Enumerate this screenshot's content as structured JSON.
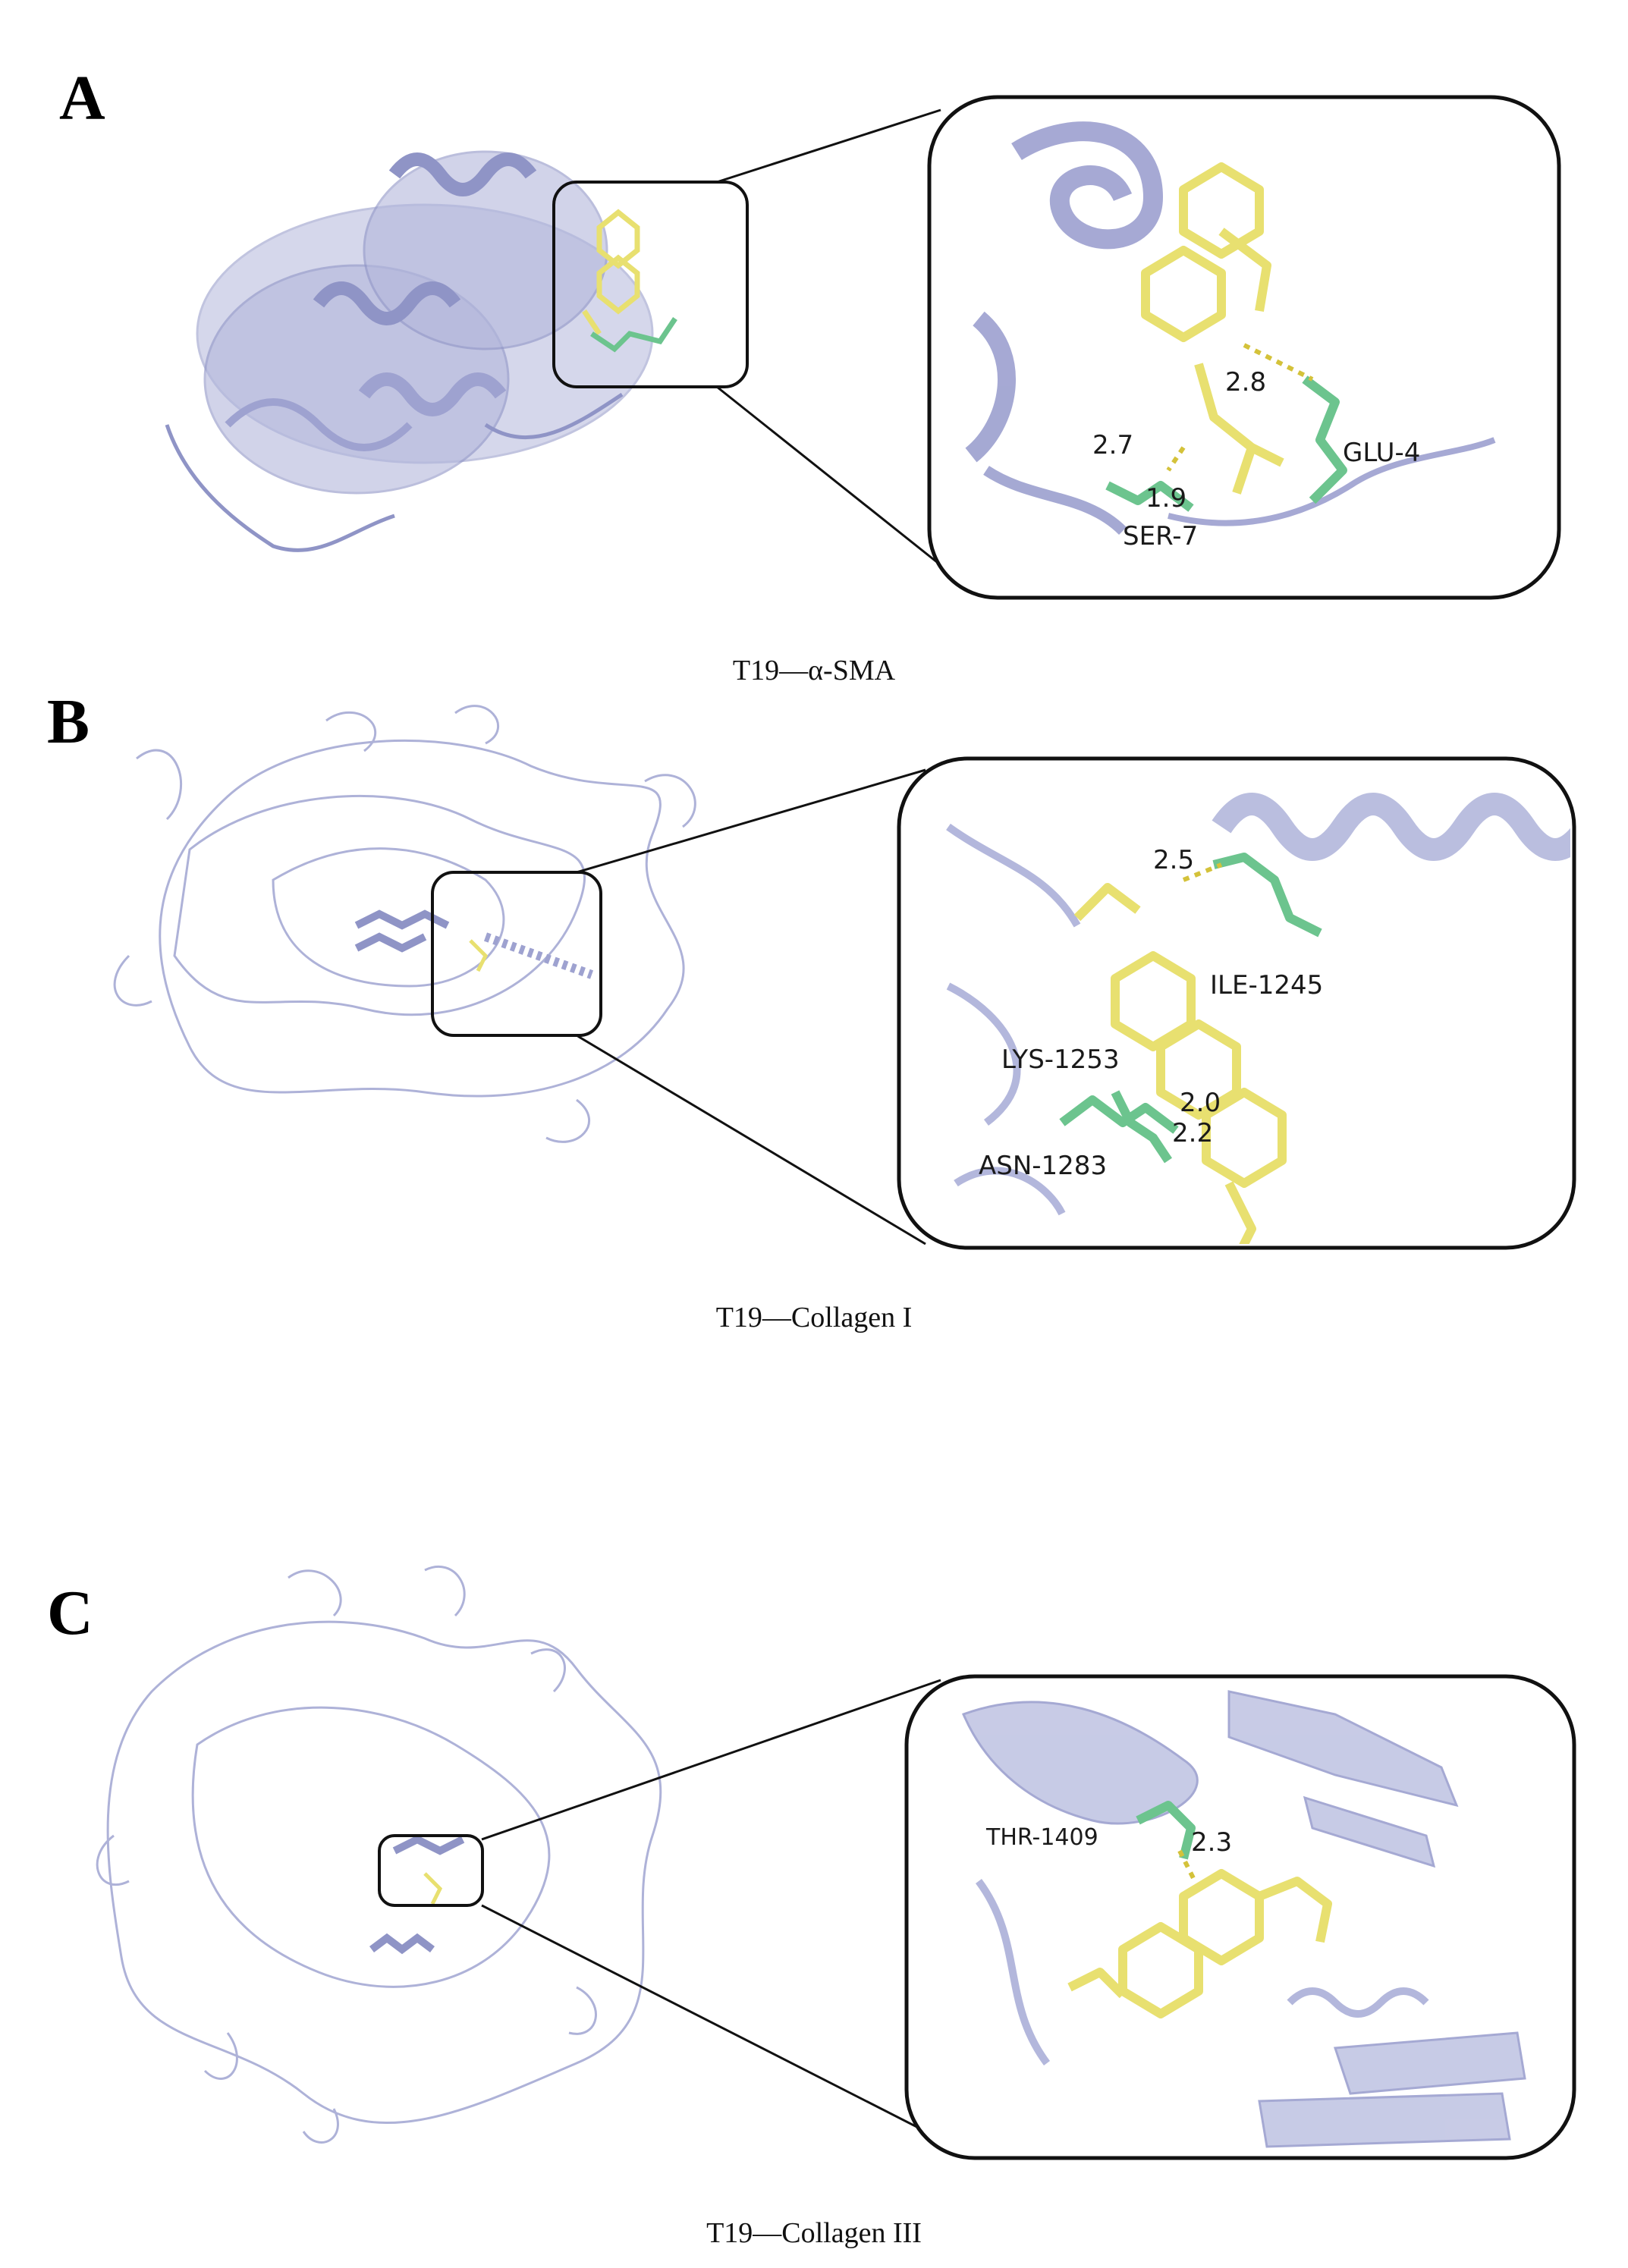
{
  "panels": [
    {
      "letter": "A",
      "caption": "T19—α-SMA",
      "labels": {
        "d1": "2.8",
        "d2": "2.7",
        "d3": "1.9",
        "res1": "GLU-4",
        "res2": "SER-7"
      }
    },
    {
      "letter": "B",
      "caption": "T19—Collagen I",
      "labels": {
        "d1": "2.5",
        "d2": "2.0",
        "d3": "2.2",
        "res1": "ILE-1245",
        "res2": "LYS-1253",
        "res3": "ASN-1283"
      }
    },
    {
      "letter": "C",
      "caption": "T19—Collagen III",
      "labels": {
        "d1": "2.3",
        "res1": "THR-1409"
      }
    }
  ],
  "colors": {
    "protein": "#b3b7dc",
    "protein_dark": "#8f94c6",
    "ligand": "#e8e070",
    "residue": "#6cc48e",
    "hbond": "#d4c23a"
  }
}
